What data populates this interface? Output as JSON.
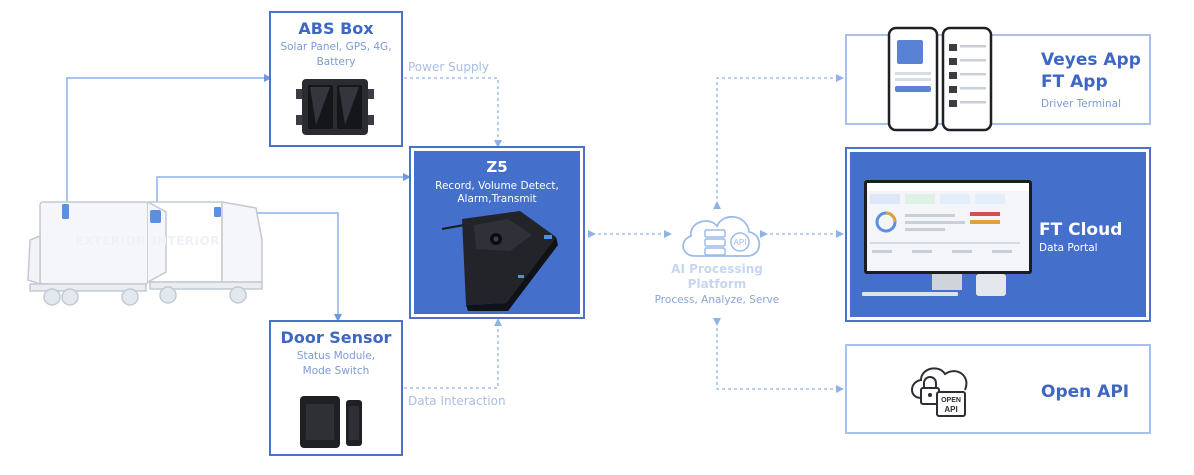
{
  "abs_box": {
    "title": "ABS Box",
    "subtitle_line1": "Solar Panel, GPS, 4G,",
    "subtitle_line2": "Battery"
  },
  "door_sensor": {
    "title": "Door Sensor",
    "subtitle_line1": "Status Module,",
    "subtitle_line2": "Mode Switch"
  },
  "z5": {
    "title": "Z5",
    "desc_line1": "Record, Volume Detect,",
    "desc_line2": "Alarm,Transmit"
  },
  "flows": {
    "power_supply": "Power Supply",
    "data_interaction": "Data Interaction"
  },
  "truck": {
    "exterior": "EXTERIOR",
    "interior": "INTERIOR"
  },
  "platform": {
    "title_line1": "AI Processing",
    "title_line2": "Platform",
    "subtitle": "Process, Analyze, Serve",
    "icon_text": "API"
  },
  "app": {
    "title_line1": "Veyes App",
    "title_line2": "FT App",
    "subtitle": "Driver Terminal"
  },
  "cloud": {
    "title": "FT Cloud",
    "subtitle": "Data Portal"
  },
  "open_api": {
    "title": "Open API",
    "icon_line1": "OPEN",
    "icon_line2": "API"
  },
  "colors": {
    "primary": "#4470cc",
    "border": "#4a72c9",
    "light_border": "#a9c0ea",
    "dashed": "#8fb3e8",
    "text_light": "#7d9ad6"
  }
}
